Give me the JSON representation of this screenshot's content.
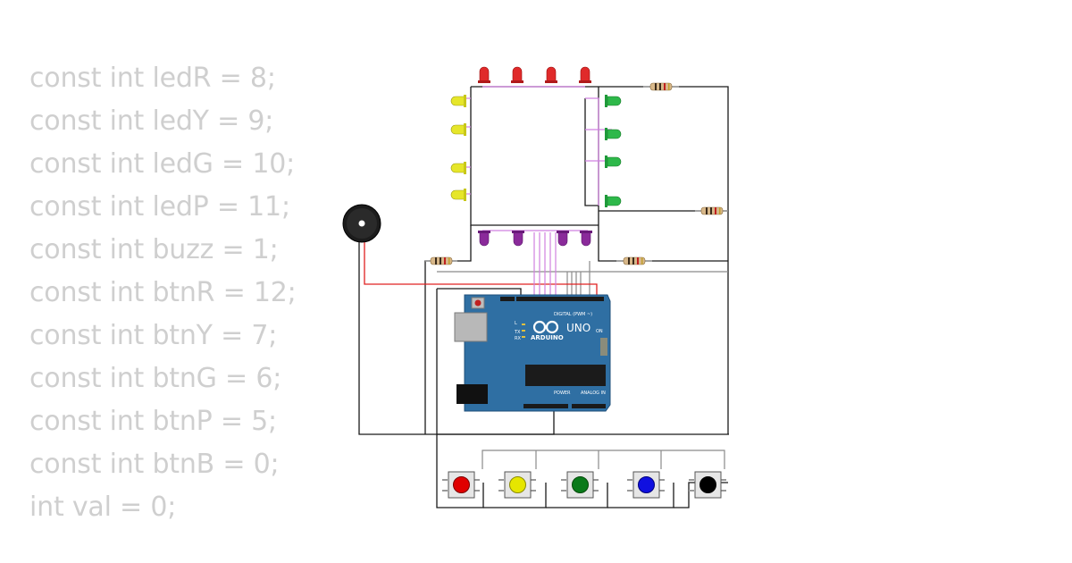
{
  "code_lines": [
    "const int ledR = 8;",
    "const int ledY = 9;",
    "const int ledG = 10;",
    "const int ledP = 11;",
    "const int buzz = 1;",
    "const int btnR = 12;",
    "const int btnY = 7;",
    "const int btnG = 6;",
    "const int btnP = 5;",
    "const int btnB = 0;",
    "int val = 0;"
  ],
  "board": {
    "name": "UNO",
    "brand": "ARDUINO",
    "digital_label": "DIGITAL (PWM ~)",
    "power_label": "POWER",
    "analog_label": "ANALOG IN",
    "on_label": "ON",
    "tx_label": "TX",
    "rx_label": "RX",
    "l_label": "L"
  },
  "colors": {
    "board": "#2f6fa3",
    "wire_black": "#1a1a1a",
    "wire_red": "#e02020",
    "wire_purple": "#d080e0",
    "wire_gray": "#8a8a8a",
    "led_red": "#e02a2a",
    "led_yellow": "#e6e62a",
    "led_green": "#2eb84a",
    "led_purple": "#8a2a9a"
  },
  "buttons": [
    {
      "color": "#e00000",
      "name": "red"
    },
    {
      "color": "#e6e600",
      "name": "yellow"
    },
    {
      "color": "#0a7a1a",
      "name": "green"
    },
    {
      "color": "#1010e0",
      "name": "blue"
    },
    {
      "color": "#000000",
      "name": "black"
    }
  ]
}
